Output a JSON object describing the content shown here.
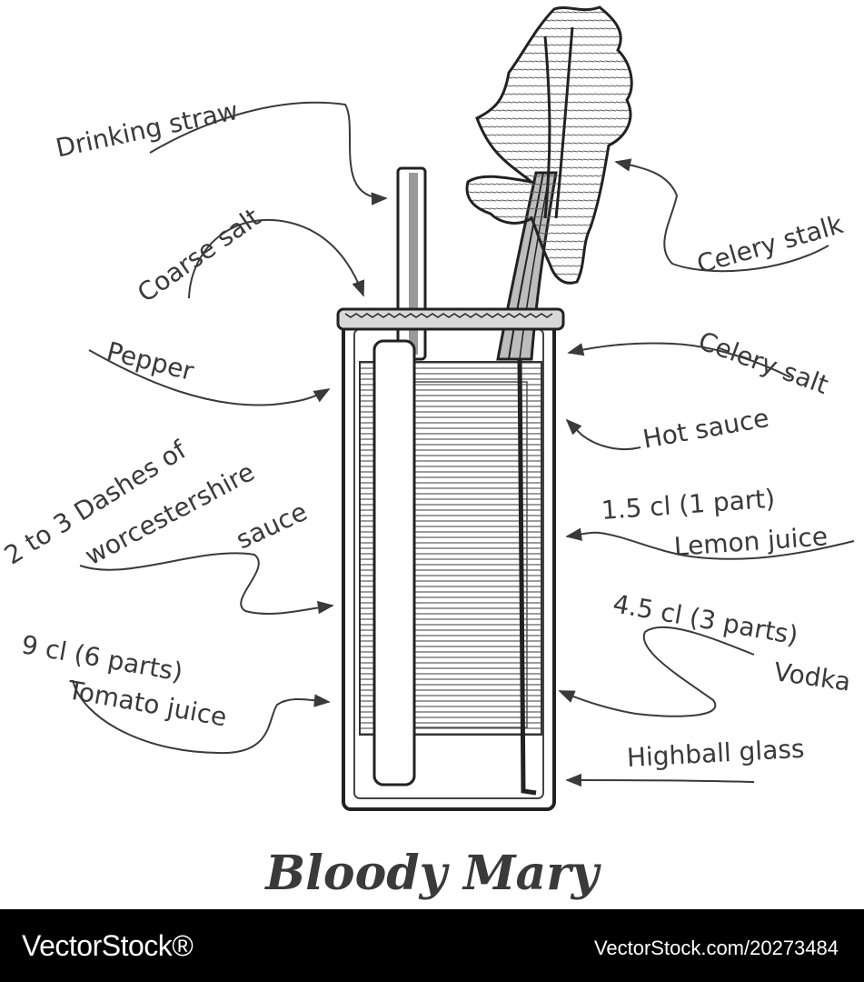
{
  "title": "Bloody Mary",
  "labels": {
    "drinking_straw": "Drinking straw",
    "coarse_salt": "Coarse salt",
    "pepper": "Pepper",
    "worcestershire_1": "2 to 3 Dashes of",
    "worcestershire_2": "worcestershire",
    "worcestershire_3": "sauce",
    "tomato_1": "9 cl (6 parts)",
    "tomato_2": "Tomato juice",
    "celery_stalk": "Celery stalk",
    "celery_salt": "Celery salt",
    "hot_sauce": "Hot sauce",
    "lemon_1": "1.5 cl (1 part)",
    "lemon_2": "Lemon juice",
    "vodka_1": "4.5 cl (3 parts)",
    "vodka_2": "Vodka",
    "highball": "Highball glass"
  },
  "footer": {
    "brand": "VectorStock®",
    "image_id": "VectorStock.com/20273484"
  }
}
